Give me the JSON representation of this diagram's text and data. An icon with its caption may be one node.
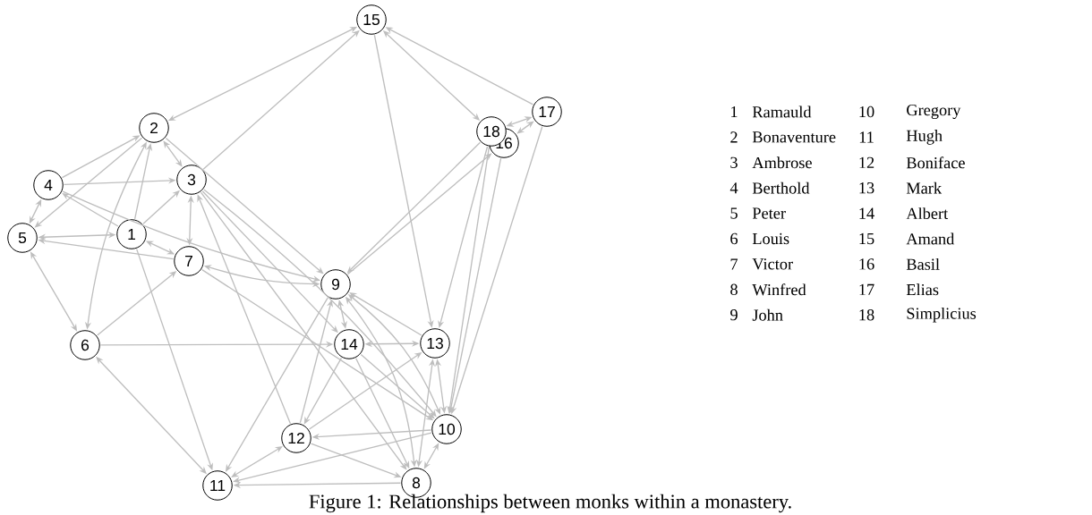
{
  "diagram": {
    "caption": "Figure 1: Relationships between monks within a monastery.",
    "nodes": [
      {
        "text": [
          "1"
        ]
      },
      {
        "text": [
          "2"
        ]
      },
      {
        "text": [
          "3"
        ]
      },
      {
        "text": [
          "4"
        ]
      },
      {
        "text": [
          "5"
        ]
      },
      {
        "text": [
          "6"
        ]
      },
      {
        "text": [
          "7"
        ]
      },
      {
        "text": [
          "8"
        ]
      },
      {
        "text": [
          "9"
        ]
      },
      {
        "text": [
          "10"
        ]
      },
      {
        "text": [
          "11"
        ]
      },
      {
        "text": [
          "12"
        ]
      },
      {
        "text": [
          "13"
        ]
      },
      {
        "text": [
          "14"
        ]
      },
      {
        "text": [
          "15"
        ]
      },
      {
        "text": [
          "16"
        ]
      },
      {
        "text": [
          "17"
        ]
      },
      {
        "text": [
          "18"
        ]
      }
    ],
    "edges": [
      {
        "from": 1,
        "to": 14,
        "arrow": "both"
      },
      {
        "from": 2,
        "to": 14,
        "arrow": "to"
      },
      {
        "from": 14,
        "to": 12,
        "arrow": "to"
      },
      {
        "from": 14,
        "to": 17,
        "arrow": "both"
      },
      {
        "from": 16,
        "to": 14,
        "arrow": "to"
      },
      {
        "from": 16,
        "to": 17,
        "arrow": "both"
      },
      {
        "from": 16,
        "to": 15,
        "arrow": "both"
      },
      {
        "from": 17,
        "to": 8,
        "arrow": "to"
      },
      {
        "from": 8,
        "to": 15,
        "arrow": "to"
      },
      {
        "from": 17,
        "to": 12,
        "arrow": "to"
      },
      {
        "from": 15,
        "to": 9,
        "arrow": "to"
      },
      {
        "from": 17,
        "to": 9,
        "arrow": "to"
      },
      {
        "from": 16,
        "to": 9,
        "arrow": "to"
      },
      {
        "from": 3,
        "to": 1,
        "arrow": "to"
      },
      {
        "from": 3,
        "to": 2,
        "arrow": "to"
      },
      {
        "from": 3,
        "to": 4,
        "arrow": "both"
      },
      {
        "from": 3,
        "to": 8,
        "arrow": "to"
      },
      {
        "from": 0,
        "to": 3,
        "arrow": "to"
      },
      {
        "from": 1,
        "to": 4,
        "arrow": "to"
      },
      {
        "from": 0,
        "to": 1,
        "arrow": "to"
      },
      {
        "from": 1,
        "to": 5,
        "arrow": "both"
      },
      {
        "from": 1,
        "to": 2,
        "arrow": "both"
      },
      {
        "from": 1,
        "to": 8,
        "arrow": "to"
      },
      {
        "from": 0,
        "to": 2,
        "arrow": "to"
      },
      {
        "from": 2,
        "to": 6,
        "arrow": "both"
      },
      {
        "from": 0,
        "to": 6,
        "arrow": "both"
      },
      {
        "from": 0,
        "to": 4,
        "arrow": "both"
      },
      {
        "from": 6,
        "to": 4,
        "arrow": "to"
      },
      {
        "from": 4,
        "to": 5,
        "arrow": "both"
      },
      {
        "from": 5,
        "to": 6,
        "arrow": "to"
      },
      {
        "from": 6,
        "to": 8,
        "arrow": "both"
      },
      {
        "from": 6,
        "to": 9,
        "arrow": "to"
      },
      {
        "from": 2,
        "to": 7,
        "arrow": "to"
      },
      {
        "from": 2,
        "to": 9,
        "arrow": "to"
      },
      {
        "from": 11,
        "to": 2,
        "arrow": "to"
      },
      {
        "from": 2,
        "to": 13,
        "arrow": "to"
      },
      {
        "from": 5,
        "to": 13,
        "arrow": "to"
      },
      {
        "from": 5,
        "to": 10,
        "arrow": "both"
      },
      {
        "from": 0,
        "to": 10,
        "arrow": "to"
      },
      {
        "from": 8,
        "to": 10,
        "arrow": "to"
      },
      {
        "from": 10,
        "to": 11,
        "arrow": "both"
      },
      {
        "from": 9,
        "to": 10,
        "arrow": "to"
      },
      {
        "from": 7,
        "to": 10,
        "arrow": "to"
      },
      {
        "from": 8,
        "to": 13,
        "arrow": "both"
      },
      {
        "from": 12,
        "to": 8,
        "arrow": "to"
      },
      {
        "from": 11,
        "to": 8,
        "arrow": "to"
      },
      {
        "from": 8,
        "to": 7,
        "arrow": "both"
      },
      {
        "from": 8,
        "to": 9,
        "arrow": "both"
      },
      {
        "from": 12,
        "to": 13,
        "arrow": "both"
      },
      {
        "from": 12,
        "to": 9,
        "arrow": "both"
      },
      {
        "from": 12,
        "to": 7,
        "arrow": "both"
      },
      {
        "from": 11,
        "to": 12,
        "arrow": "to"
      },
      {
        "from": 13,
        "to": 11,
        "arrow": "to"
      },
      {
        "from": 13,
        "to": 7,
        "arrow": "to"
      },
      {
        "from": 13,
        "to": 9,
        "arrow": "to"
      },
      {
        "from": 11,
        "to": 7,
        "arrow": "to"
      },
      {
        "from": 9,
        "to": 11,
        "arrow": "to"
      },
      {
        "from": 9,
        "to": 7,
        "arrow": "both"
      }
    ],
    "labels": [
      "1",
      "Ramauld",
      "10",
      "Gregory",
      "2",
      "Bonaventure",
      "11",
      "Hugh",
      "3",
      "Ambrose",
      "12",
      "Boniface",
      "4",
      "Berthold",
      "13",
      "Mark",
      "5",
      "Peter",
      "14",
      "Albert",
      "6",
      "Louis",
      "15",
      "Amand",
      "7",
      "Victor",
      "16",
      "Basil",
      "8",
      "Winfred",
      "17",
      "Elias",
      "9",
      "John",
      "18",
      "Simplicius"
    ]
  }
}
